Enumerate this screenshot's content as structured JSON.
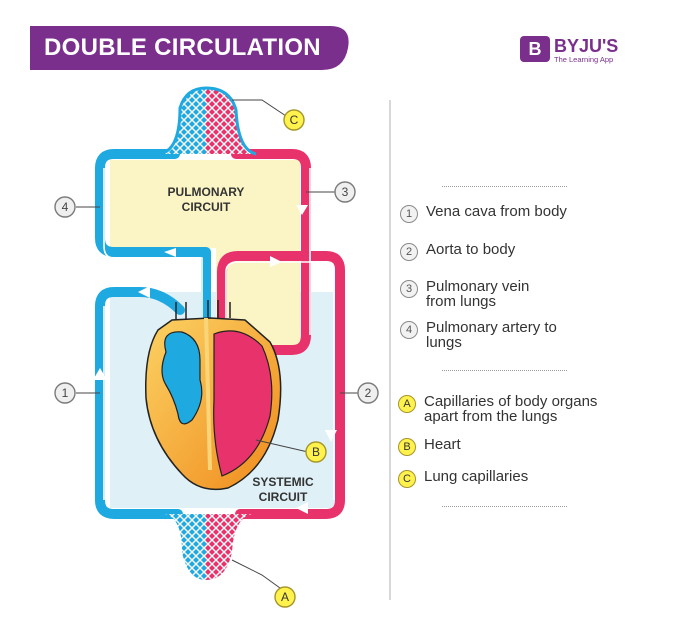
{
  "header": {
    "title": "DOUBLE CIRCULATION"
  },
  "logo": {
    "mark": "B",
    "name": "BYJU'S",
    "tagline": "The Learning App"
  },
  "colors": {
    "banner": "#7a2f8c",
    "deoxygenated": "#1fa9e1",
    "oxygenated": "#e8326b",
    "pulmonary_fill": "#fbf5c6",
    "systemic_fill": "#dff0f7",
    "heart_outer": "#f7a029",
    "label_yellow": "#fff24d"
  },
  "diagram": {
    "pulmonary_label": [
      "PULMONARY",
      "CIRCUIT"
    ],
    "systemic_label": [
      "SYSTEMIC",
      "CIRCUIT"
    ],
    "callouts": {
      "c1": "1",
      "c2": "2",
      "c3": "3",
      "c4": "4",
      "cA": "A",
      "cB": "B",
      "cC": "C"
    }
  },
  "legend": {
    "numbered": [
      {
        "key": "1",
        "text": "Vena cava from body"
      },
      {
        "key": "2",
        "text": "Aorta to body"
      },
      {
        "key": "3",
        "text": "Pulmonary vein\nfrom lungs"
      },
      {
        "key": "4",
        "text": "Pulmonary artery to\nlungs"
      }
    ],
    "lettered": [
      {
        "key": "A",
        "text": "Capillaries of body organs\napart from the lungs"
      },
      {
        "key": "B",
        "text": "Heart"
      },
      {
        "key": "C",
        "text": "Lung capillaries"
      }
    ]
  }
}
